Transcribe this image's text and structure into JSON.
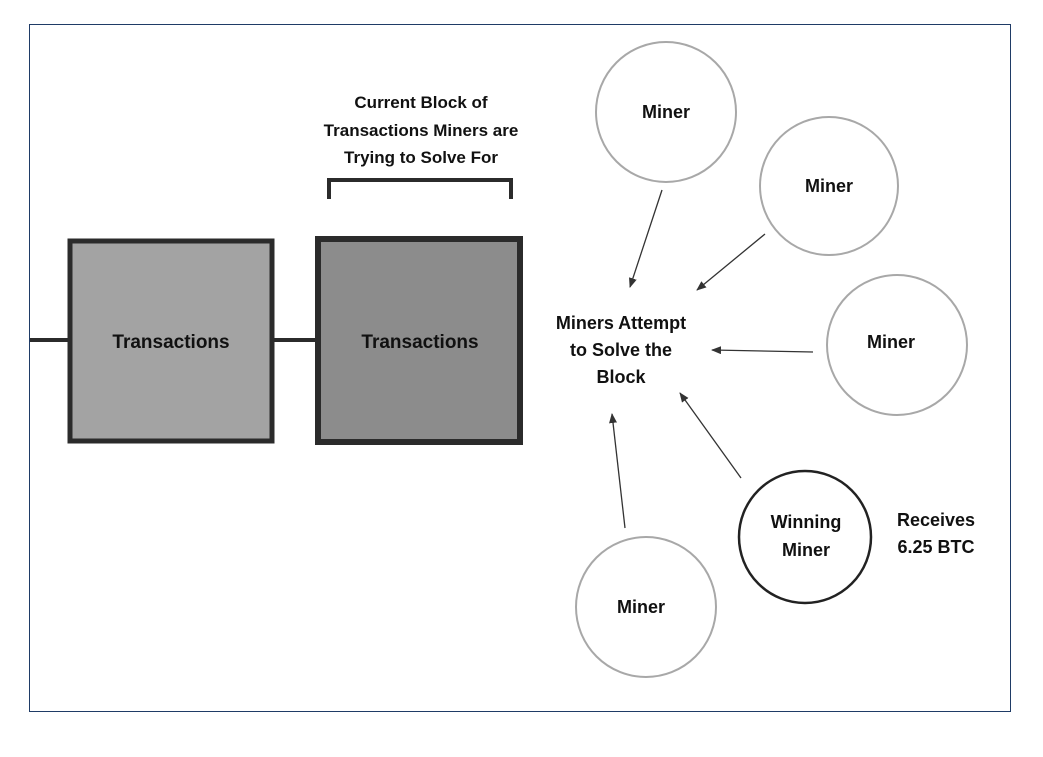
{
  "bracket_caption": [
    "Current Block of",
    "Transactions Miners are",
    "Trying to Solve For"
  ],
  "blocks": [
    {
      "label": "Transactions"
    },
    {
      "label": "Transactions"
    }
  ],
  "center_label": [
    "Miners Attempt",
    "to Solve the",
    "Block"
  ],
  "miners": [
    {
      "label": [
        "Miner"
      ]
    },
    {
      "label": [
        "Miner"
      ]
    },
    {
      "label": [
        "Miner"
      ]
    },
    {
      "label": [
        "Winning",
        "Miner"
      ]
    },
    {
      "label": [
        "Miner"
      ]
    }
  ],
  "reward_label": [
    "Receives",
    "6.25 BTC"
  ],
  "colors": {
    "frame_border": "#1f3b66",
    "block_previous_fill": "#a3a3a3",
    "block_current_fill": "#8c8c8c",
    "block_border": "#2b2b2b",
    "miner_border": "#a8a8a8",
    "winning_miner_border": "#222222",
    "arrow": "#333333"
  }
}
